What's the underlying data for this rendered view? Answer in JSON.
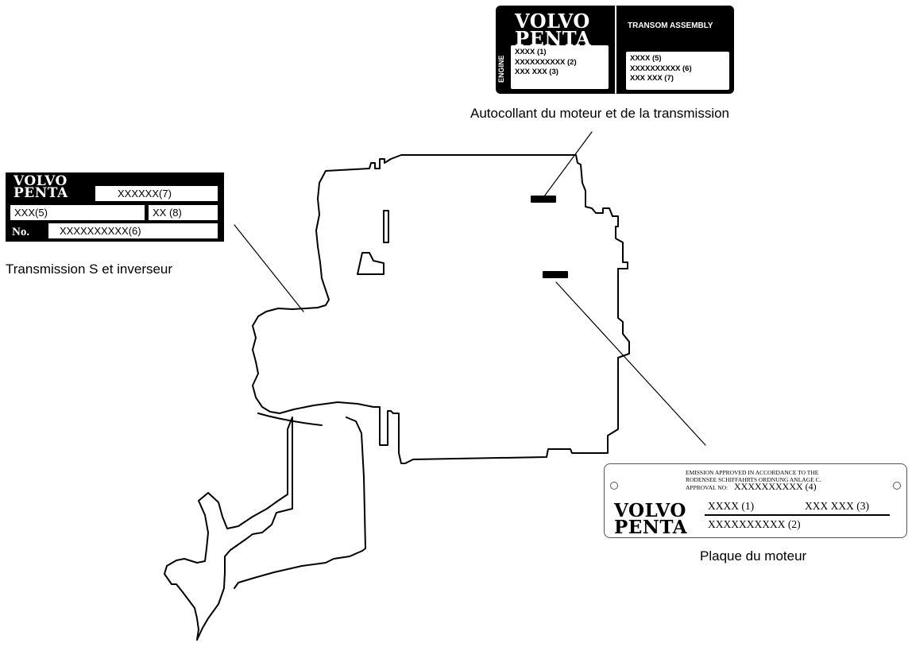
{
  "engine_transmission_sticker": {
    "brand_line1": "VOLVO",
    "brand_line2": "PENTA",
    "engine_label": "ENGINE",
    "transom_title": "TRANSOM ASSEMBLY",
    "engine_lines": [
      "XXXX (1)",
      "XXXXXXXXXX (2)",
      "XXX XXX (3)"
    ],
    "transom_lines": [
      "XXXX (5)",
      "XXXXXXXXXX (6)",
      "XXX XXX (7)"
    ],
    "caption": "Autocollant du moteur et de la transmission"
  },
  "s_drive_sticker": {
    "brand_line1": "VOLVO",
    "brand_line2": "PENTA",
    "cell_7": "XXXXXX(7)",
    "cell_5": "XXX(5)",
    "cell_8": "XX (8)",
    "no_label": "No.",
    "cell_6": "XXXXXXXXXX(6)",
    "caption": "Transmission S et inverseur"
  },
  "engine_plate": {
    "approval_lines": [
      "EMISSION APPROVED IN ACCORDANCE TO THE",
      "RODENSEE SCHIFFAHRTS ORDNUNG ANLAGE C.",
      "APPROVAL NO:"
    ],
    "approval_no": "XXXXXXXXXX  (4)",
    "brand_line1": "VOLVO",
    "brand_line2": "PENTA",
    "field_1": "XXXX (1)",
    "field_3": "XXX XXX (3)",
    "field_2": "XXXXXXXXXX (2)",
    "caption": "Plaque du moteur"
  }
}
